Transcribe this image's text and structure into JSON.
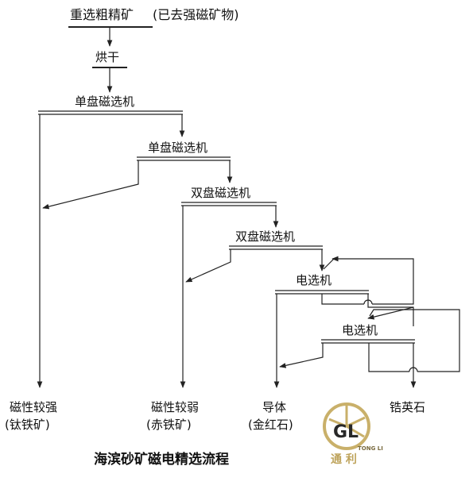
{
  "title": {
    "feed": "重选粗精矿",
    "feed_note": "(已去强磁矿物)"
  },
  "nodes": {
    "dry": "烘干",
    "sdm1": "单盘磁选机",
    "sdm2": "单盘磁选机",
    "ddm1": "双盘磁选机",
    "ddm2": "双盘磁选机",
    "es1": "电选机",
    "es2": "电选机"
  },
  "outputs": {
    "strong": {
      "name": "磁性较强",
      "mineral": "(钛铁矿)"
    },
    "weak": {
      "name": "磁性较弱",
      "mineral": "(赤铁矿)"
    },
    "conductor": {
      "name": "导体",
      "mineral": "(金红石)"
    },
    "zircon": {
      "name": "锆英石"
    }
  },
  "caption": "海滨砂矿磁电精选流程",
  "logo": {
    "brand_en": "TONG LI",
    "brand_cn": "通 利",
    "mark": "GL"
  },
  "colors": {
    "line": "#222222",
    "logo_gold": "#c4a85a",
    "logo_dark": "#6b5a2a"
  }
}
